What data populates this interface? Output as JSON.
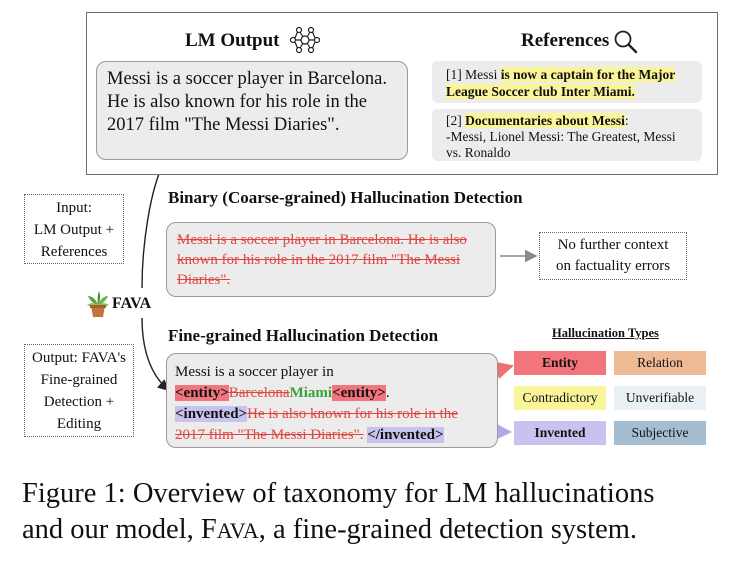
{
  "top": {
    "lm_output_title": "LM Output",
    "references_title": "References",
    "lm_output_text": "Messi is a soccer player in Barcelona. He is also known for his role in the 2017 film \"The Messi Diaries\".",
    "ref1_prefix": "[1] Messi",
    "ref1_highlight": "is now a  captain for the Major League Soccer club Inter Miami.",
    "ref2_prefix": "[2]",
    "ref2_highlight": "Documentaries about Messi",
    "ref2_colon": ":",
    "ref2_rest": "-Messi, Lionel Messi: The Greatest, Messi vs. Ronaldo"
  },
  "left": {
    "input_line1": "Input:",
    "input_line2": "LM Output +",
    "input_line3": "References",
    "fava_label": "FAVA",
    "output_line1": "Output: FAVA's",
    "output_line2": "Fine-grained",
    "output_line3": "Detection +",
    "output_line4": "Editing"
  },
  "binary": {
    "title": "Binary (Coarse-grained) Hallucination Detection",
    "struck_text": "Messi is a soccer player in Barcelona. He is also known for his role in the 2017 film \"The Messi Diaries\".",
    "result_line1": "No further context",
    "result_line2": "on factuality errors"
  },
  "fine": {
    "title": "Fine-grained Hallucination Detection",
    "line1": "Messi is a soccer player in",
    "entity_open": "<entity>",
    "struck_entity": "Barcelona",
    "replacement": "Miami",
    "entity_close": "<entity>",
    "period": ".",
    "invented_open": "<invented>",
    "struck_sentence": "He is also known for his role in the 2017 film \"The Messi Diaries\".",
    "invented_close": "</invented>"
  },
  "types": {
    "title": "Hallucination Types",
    "entity": "Entity",
    "relation": "Relation",
    "contradictory": "Contradictory",
    "unverifiable": "Unverifiable",
    "invented": "Invented",
    "subjective": "Subjective",
    "colors": {
      "entity": "#f1757a",
      "relation": "#eebb94",
      "contradictory": "#fbf59a",
      "unverifiable": "#e9f1f4",
      "invented": "#c8c3ee",
      "subjective": "#a5bdd0"
    }
  },
  "caption": {
    "line1": "Figure 1: Overview of taxonomy for LM hallucinations",
    "line2_pre": "and our model, F",
    "line2_sc": "AVA",
    "line2_post": ", a fine-grained detection system."
  }
}
